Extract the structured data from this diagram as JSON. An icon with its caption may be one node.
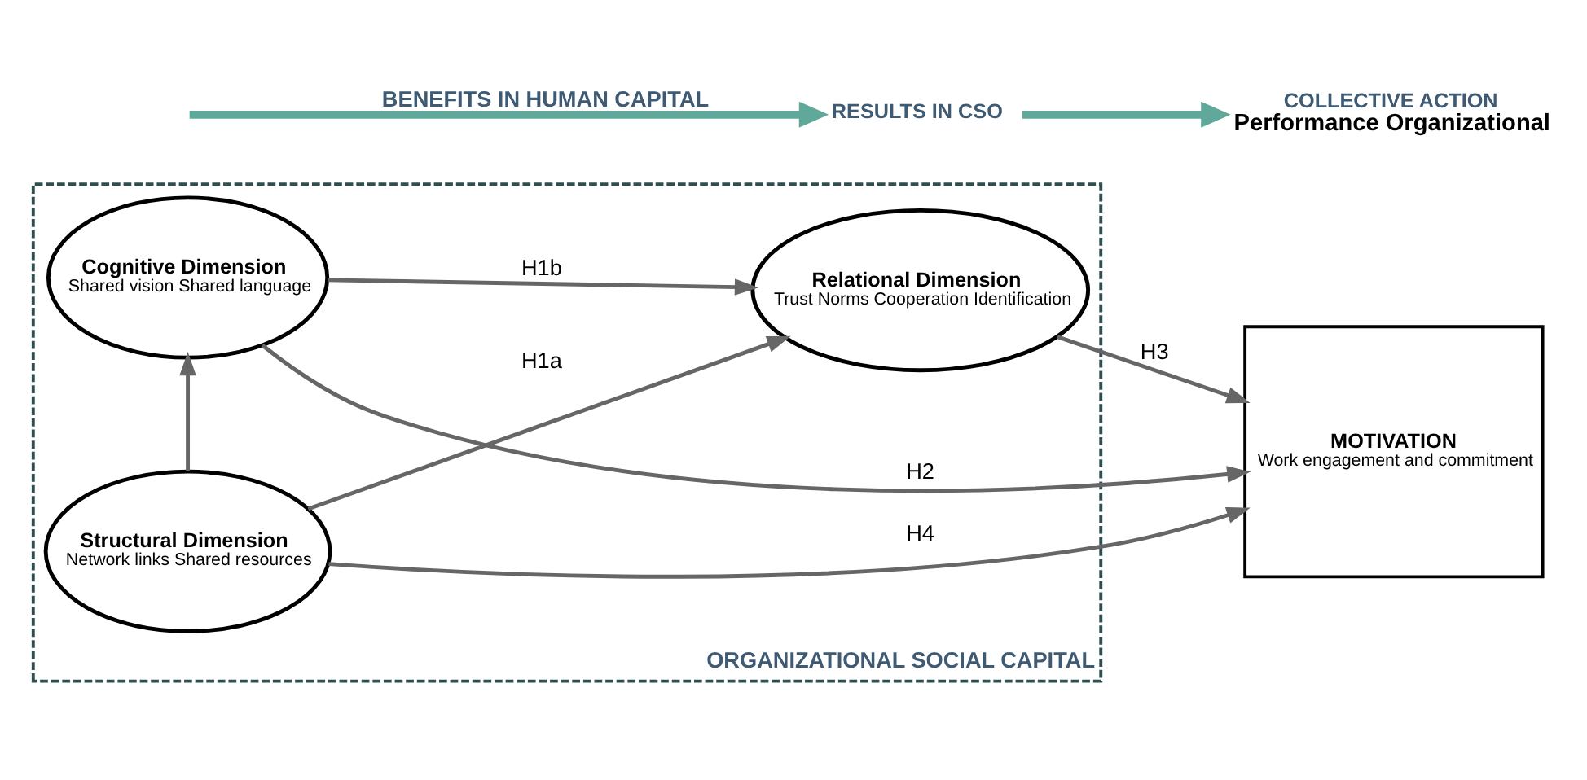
{
  "diagram": {
    "nodes": [
      {
        "text": [
          "ORGANIZATIONAL SOCIAL CAPITAL"
        ]
      },
      {
        "text": [
          "Structural Dimension",
          "Network links Shared resources"
        ],
        "in": 0
      },
      {
        "text": [
          "Relational Dimension",
          "Trust Norms Cooperation Identification"
        ],
        "in": 0
      },
      {
        "text": [
          "Cognitive Dimension",
          "Shared vision Shared language"
        ],
        "in": 0
      },
      {
        "text": [
          "MOTIVATION",
          "Work engagement and commitment"
        ]
      },
      {
        "text": [
          "COLLECTIVE ACTION",
          "Performance Organizational"
        ]
      },
      {
        "text": [
          "RESULTS IN CSO"
        ]
      }
    ],
    "edges": [
      {
        "from": 1,
        "to": 4,
        "arrow": "to",
        "label": "H4"
      },
      {
        "from": 1,
        "to": 2,
        "arrow": "to",
        "label": "H1a"
      },
      {
        "from": 1,
        "to": 3,
        "arrow": "to"
      },
      {
        "from": 3,
        "to": 2,
        "arrow": "to",
        "label": "H1b"
      },
      {
        "from": 2,
        "to": 4,
        "arrow": "to",
        "label": "H3"
      },
      {
        "from": 3,
        "to": 4,
        "arrow": "to",
        "label": "H2"
      },
      {
        "from": null,
        "to": 6,
        "arrow": "to",
        "label": "BENEFITS IN HUMAN CAPITAL",
        "style": "thick",
        "color": "#5fa89a"
      },
      {
        "from": 6,
        "to": 5,
        "arrow": "to",
        "style": "thick",
        "color": "#5fa89a"
      }
    ]
  }
}
